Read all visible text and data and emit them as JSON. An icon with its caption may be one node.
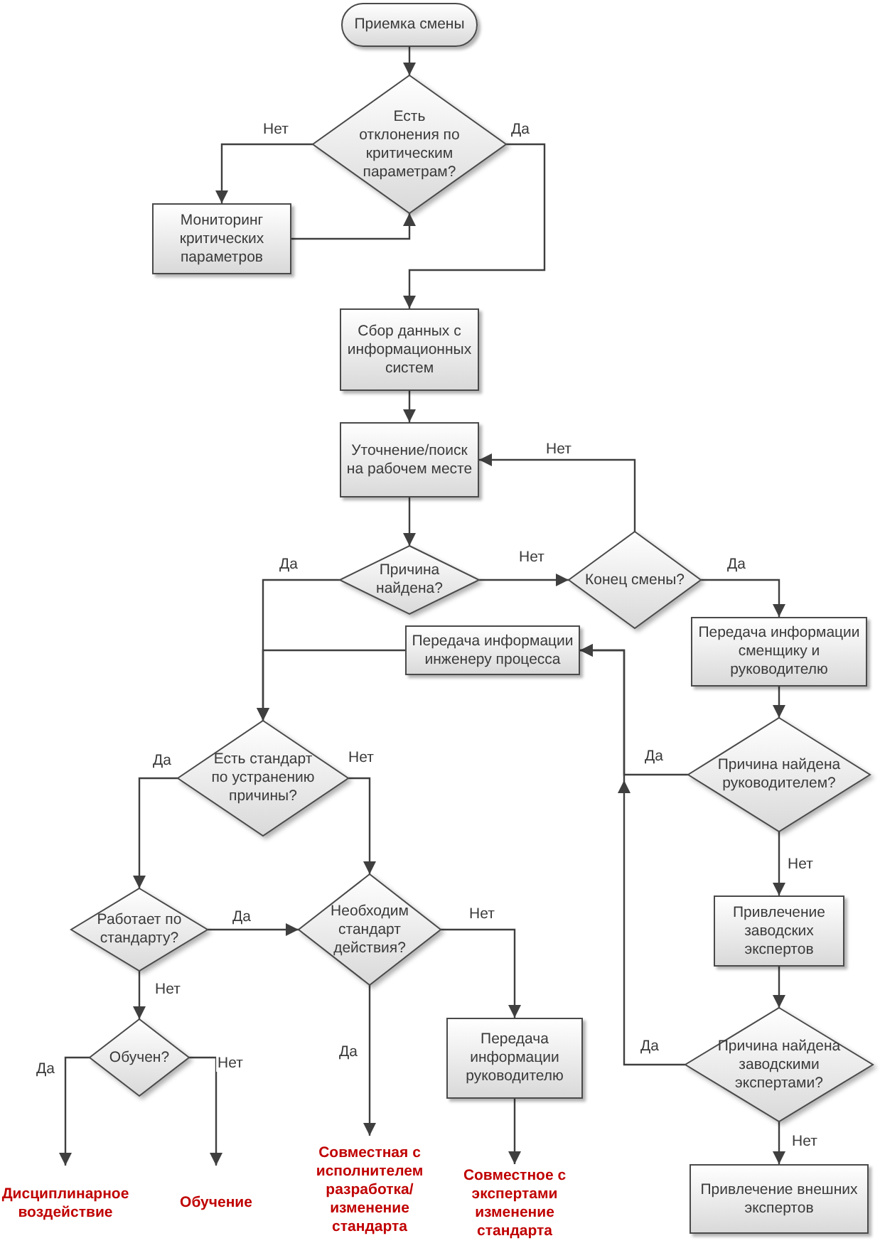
{
  "diagram": {
    "nodes": [
      {
        "text": [
          "Приемка смены"
        ]
      },
      {
        "text": [
          "Есть отклонения по критическим параметрам?"
        ]
      },
      {
        "text": [
          "Мониторинг критических параметров"
        ]
      },
      {
        "text": [
          "Сбор данных с информационных систем"
        ]
      },
      {
        "text": [
          "Уточнение/поиск на рабочем месте"
        ]
      },
      {
        "text": [
          "Причина найдена?"
        ]
      },
      {
        "text": [
          "Конец смены?"
        ]
      },
      {
        "text": [
          "Передача информации инженеру процесса"
        ]
      },
      {
        "text": [
          "Передача информации сменщику и руководителю"
        ]
      },
      {
        "text": [
          "Есть стандарт по устранению причины?"
        ]
      },
      {
        "text": [
          "Причина найдена руководителем?"
        ]
      },
      {
        "text": [
          "Работает по стандарту?"
        ]
      },
      {
        "text": [
          "Необходим стандарт действия?"
        ]
      },
      {
        "text": [
          "Привлечение заводских экспертов"
        ]
      },
      {
        "text": [
          "Причина найдена заводскими экспертами?"
        ]
      },
      {
        "text": [
          "Обучен?"
        ]
      },
      {
        "text": [
          "Передача информации руководителю"
        ]
      },
      {
        "text": [
          "Дисциплинарное воздействие"
        ]
      },
      {
        "text": [
          "Обучение"
        ]
      },
      {
        "text": [
          "Совместная с исполнителем разработка/ изменение стандарта"
        ]
      },
      {
        "text": [
          "Совместное с экспертами изменение стандарта"
        ]
      },
      {
        "text": [
          "Привлечение внешних экспертов"
        ]
      }
    ],
    "edges": [
      {
        "from": 0,
        "to": 1,
        "arrow": "to"
      },
      {
        "from": 1,
        "to": 2,
        "arrow": "to",
        "label": "Нет"
      },
      {
        "from": 2,
        "to": 1,
        "arrow": "to"
      },
      {
        "from": 1,
        "to": 3,
        "arrow": "to",
        "label": "Да"
      },
      {
        "from": 3,
        "to": 4,
        "arrow": "to"
      },
      {
        "from": 4,
        "to": 5,
        "arrow": "to"
      },
      {
        "from": 5,
        "to": 6,
        "arrow": "to",
        "label": "Нет"
      },
      {
        "from": 6,
        "to": 4,
        "arrow": "to",
        "label": "Нет"
      },
      {
        "from": 6,
        "to": 8,
        "arrow": "to",
        "label": "Да"
      },
      {
        "from": 5,
        "to": 9,
        "arrow": "to",
        "label": "Да"
      },
      {
        "from": 7,
        "to": 9,
        "arrow": "to"
      },
      {
        "from": 8,
        "to": 10,
        "arrow": "to"
      },
      {
        "from": 10,
        "to": 7,
        "arrow": "to",
        "label": "Да"
      },
      {
        "from": 10,
        "to": 13,
        "arrow": "to",
        "label": "Нет"
      },
      {
        "from": 13,
        "to": 14,
        "arrow": "to"
      },
      {
        "from": 14,
        "to": 7,
        "arrow": "to",
        "label": "Да"
      },
      {
        "from": 9,
        "to": 11,
        "arrow": "to",
        "label": "Да"
      },
      {
        "from": 9,
        "to": 12,
        "arrow": "to",
        "label": "Нет"
      },
      {
        "from": 11,
        "to": 12,
        "arrow": "to",
        "label": "Да"
      },
      {
        "from": 11,
        "to": 15,
        "arrow": "to",
        "label": "Нет"
      },
      {
        "from": 15,
        "to": 17,
        "arrow": "to",
        "label": "Да"
      },
      {
        "from": 15,
        "to": 18,
        "arrow": "to",
        "label": "Нет"
      },
      {
        "from": 12,
        "to": 19,
        "arrow": "to",
        "label": "Да"
      },
      {
        "from": 12,
        "to": 16,
        "arrow": "to",
        "label": "Нет"
      },
      {
        "from": 16,
        "to": 20,
        "arrow": "to"
      },
      {
        "from": 14,
        "to": 21,
        "arrow": "to",
        "label": "Нет"
      }
    ]
  }
}
